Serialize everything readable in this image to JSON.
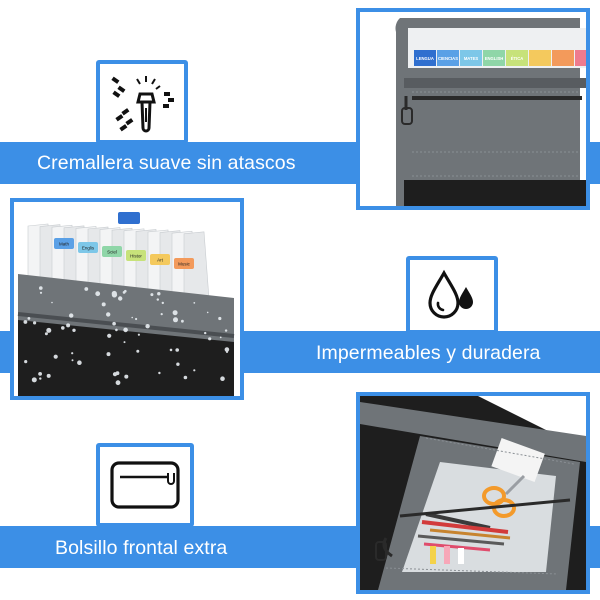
{
  "features": [
    {
      "label": "Cremallera suave sin atascos",
      "icon": "zipper-icon"
    },
    {
      "label": "Impermeables y duradera",
      "icon": "water-drops-icon"
    },
    {
      "label": "Bolsillo frontal extra",
      "icon": "front-pocket-icon"
    }
  ],
  "tabs_top": [
    "LENGUA",
    "CIENCIAS",
    "MATES",
    "ENGLISH",
    "ÉTICA",
    "",
    "",
    ""
  ],
  "tabs_folder": [
    "Math",
    "Englis",
    "Sciel",
    "Histor",
    "Art",
    "Music"
  ],
  "colors": {
    "accent": "#3c8fe6",
    "folder_gray": "#6f7478",
    "folder_black": "#1e1e1e",
    "tab_colors": [
      "#2f6fcf",
      "#5aa0e6",
      "#7dc7e8",
      "#8fd6a8",
      "#c7e27a",
      "#f4c95d",
      "#f39a5b",
      "#ee7b8e"
    ]
  }
}
